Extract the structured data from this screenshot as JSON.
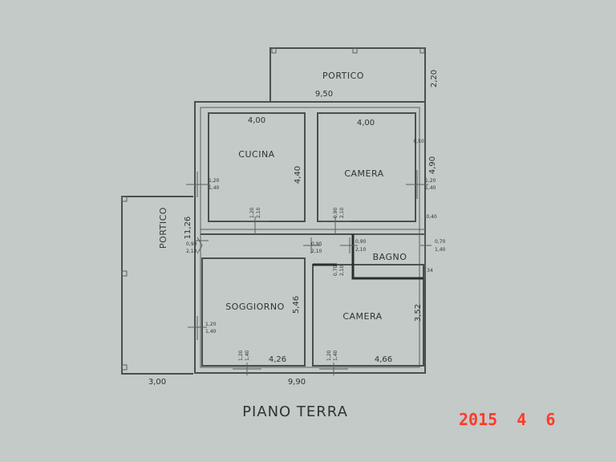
{
  "rooms": {
    "portico_top": "PORTICO",
    "portico_left": "PORTICO",
    "cucina": "CUCINA",
    "camera_top": "CAMERA",
    "bagno": "BAGNO",
    "soggiorno": "SOGGIORNO",
    "camera_bottom": "CAMERA"
  },
  "dimensions": {
    "portico_top_depth": "2,20",
    "overall_top": "9,50",
    "cucina_width": "4,00",
    "camera_top_width": "4,00",
    "cucina_depth": "4,40",
    "camera_top_depth": "4,90",
    "overall_left": "11,26",
    "soggiorno_depth": "5,46",
    "soggiorno_width": "4,26",
    "camera_bottom_width": "4,66",
    "camera_bottom_depth": "3,52",
    "overall_bottom": "9,90",
    "portico_left_width": "3,00",
    "wall_050": "0,50",
    "wall_040": "0,40",
    "wall_034": "34"
  },
  "openings": {
    "cucina_window": [
      "1,20",
      "1,40"
    ],
    "camera_top_window": [
      "1,20",
      "1,40"
    ],
    "cucina_door": [
      "1,20",
      "2,10"
    ],
    "camera_top_door": [
      "0,90",
      "2,10"
    ],
    "entry_door": [
      "0,90",
      "2,10"
    ],
    "hall_door": [
      "0,90",
      "2,10"
    ],
    "bagno_door": [
      "0,90",
      "2,10"
    ],
    "bagno_window": [
      "0,70",
      "1,40"
    ],
    "camera_bottom_door": [
      "0,70",
      "2,10"
    ],
    "soggiorno_window_left": [
      "1,20",
      "1,40"
    ],
    "soggiorno_window_bottom": [
      "1,20",
      "1,40"
    ],
    "camera_bottom_window": [
      "1,20",
      "1,40"
    ]
  },
  "title": "PIANO TERRA",
  "date_stamp": "2015  4  6"
}
